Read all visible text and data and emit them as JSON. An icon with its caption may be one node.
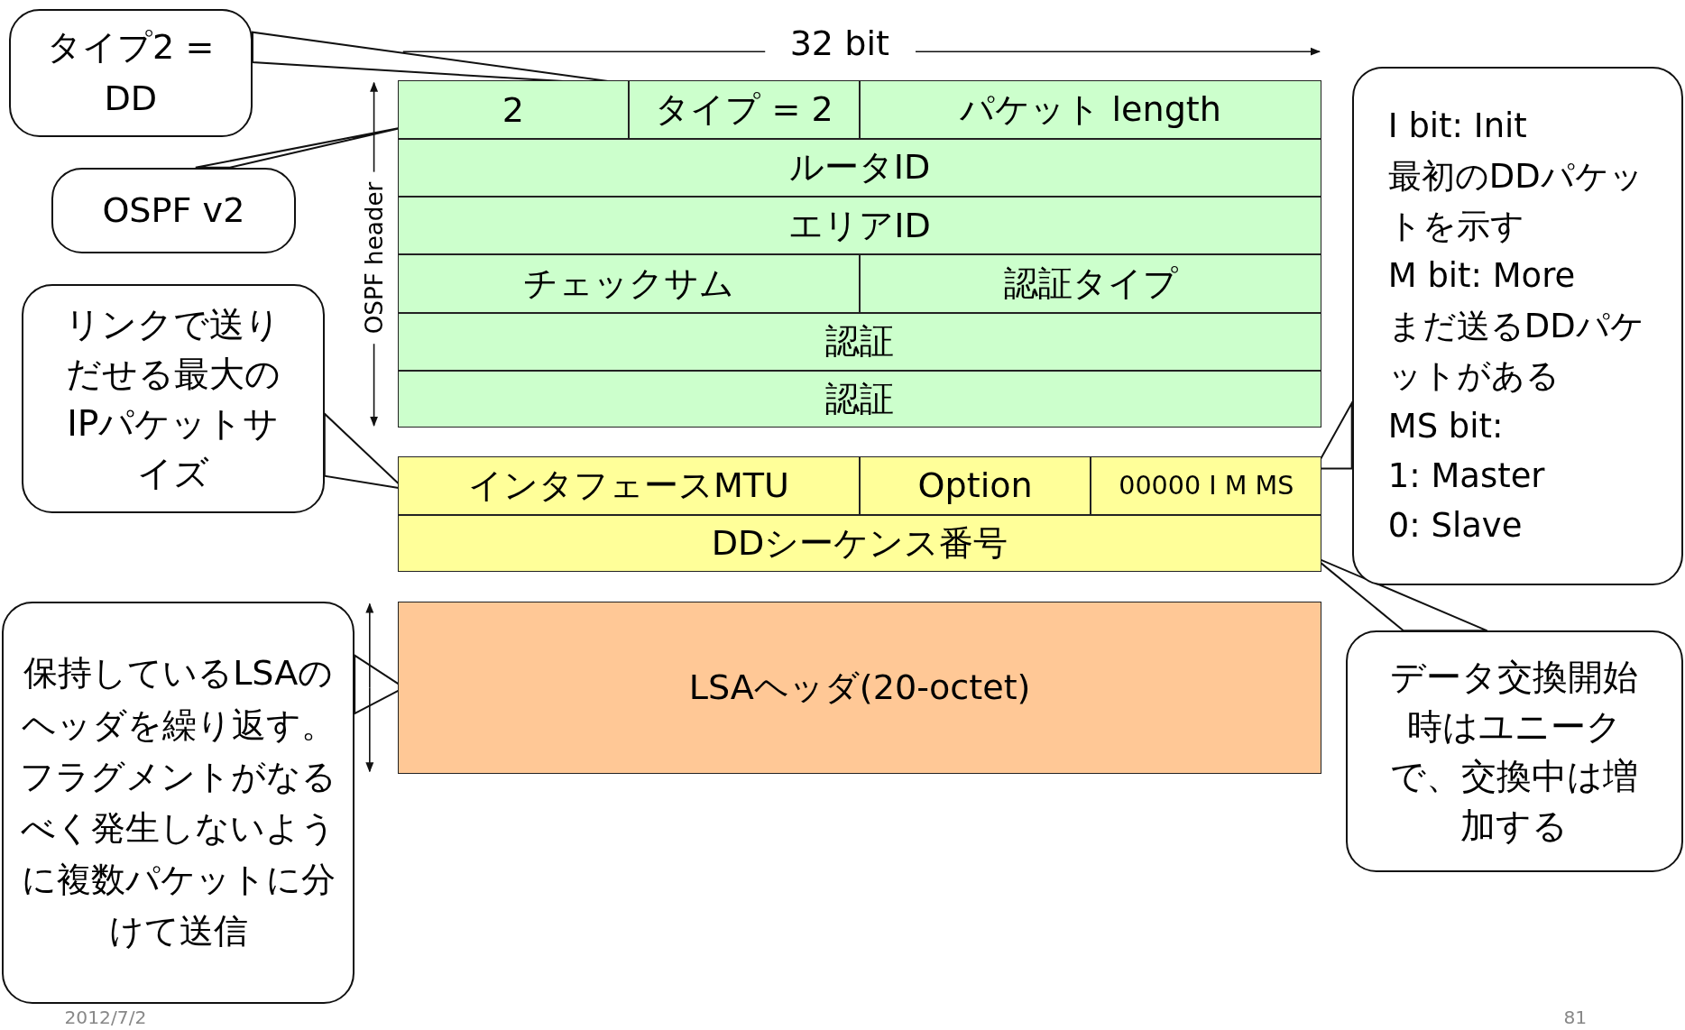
{
  "diagram": {
    "nodes": [
      {
        "text": [
          "タイプ2 = DD"
        ]
      },
      {
        "text": [
          "2"
        ]
      },
      {
        "text": [
          "タイプ = 2"
        ]
      },
      {
        "text": [
          "パケット length"
        ]
      },
      {
        "text": [
          "OSPF v2"
        ]
      },
      {
        "text": [
          "I bit: Init",
          "最初のDDパケットを示す",
          "M bit: More",
          "まだ送るDDパケットがある",
          "MS bit:",
          "1: Master",
          "0: Slave"
        ]
      },
      {
        "text": [
          "ルータID"
        ]
      },
      {
        "text": [
          "エリアID"
        ]
      },
      {
        "text": [
          "チェックサム"
        ]
      },
      {
        "text": [
          "認証タイプ"
        ]
      },
      {
        "text": [
          "リンクで送りだせる最大のIPパケットサイズ"
        ]
      },
      {
        "text": [
          "認証"
        ]
      },
      {
        "text": [
          "認証"
        ]
      },
      {
        "text": [
          "インタフェースMTU"
        ]
      },
      {
        "text": [
          "Option"
        ]
      },
      {
        "text": [
          "00000 I M MS"
        ]
      },
      {
        "text": [
          "DDシーケンス番号"
        ]
      },
      {
        "text": [
          "保持しているLSAのヘッダを繰り返す。フラグメントがなるべく発生しないように複数パケットに分けて送信"
        ]
      },
      {
        "text": [
          "LSAヘッダ(20-octet)"
        ]
      },
      {
        "text": [
          "データ交換開始時はユニークで、交換中は増加する"
        ]
      }
    ],
    "edges": [
      {
        "from": 0,
        "to": 2,
        "arrow": "none"
      },
      {
        "from": 4,
        "to": 1,
        "arrow": "none"
      },
      {
        "from": 10,
        "to": 13,
        "arrow": "none"
      },
      {
        "from": 5,
        "to": 15,
        "arrow": "none"
      },
      {
        "from": 19,
        "to": 16,
        "arrow": "none"
      },
      {
        "from": 17,
        "to": 18,
        "arrow": "none"
      }
    ],
    "labels": [
      "32 bit",
      "OSPF header",
      "2012/7/2",
      "81"
    ]
  }
}
